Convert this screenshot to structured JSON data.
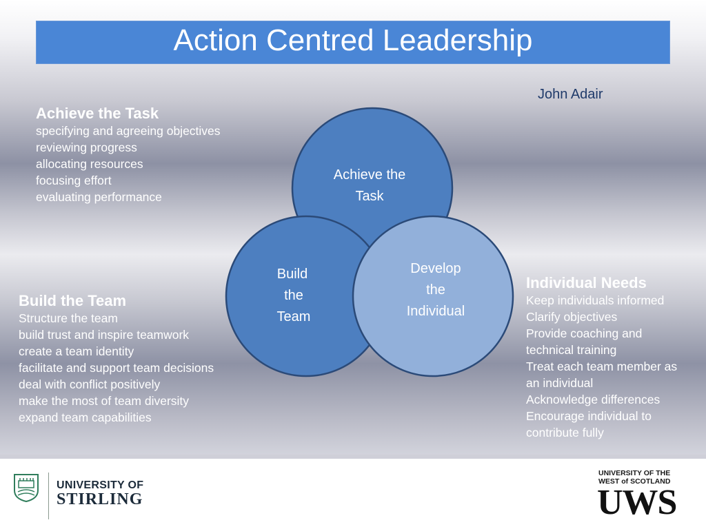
{
  "title": "Action Centred Leadership",
  "author": "John Adair",
  "circles": [
    {
      "lines": [
        "Achieve  the",
        "Task"
      ],
      "color": "#4d7fc0"
    },
    {
      "lines": [
        "Build",
        "the",
        "Team"
      ],
      "color": "#4d7fc0"
    },
    {
      "lines": [
        "Develop",
        "the",
        "Individual"
      ],
      "color": "#92b0da"
    }
  ],
  "circle_outline": "#2b4a78",
  "blocks": {
    "task": {
      "heading": "Achieve the Task",
      "items": [
        "specifying and agreeing objectives",
        "reviewing progress",
        "allocating resources",
        "focusing effort",
        "evaluating performance"
      ]
    },
    "team": {
      "heading": "Build the Team",
      "items": [
        "Structure the team",
        "build trust and inspire teamwork",
        "create a team identity",
        "facilitate and support team decisions",
        "deal with conflict positively",
        "make the most of team diversity",
        "expand team capabilities"
      ]
    },
    "individual": {
      "heading": "Individual Needs",
      "items": [
        "Keep individuals informed",
        "Clarify objectives",
        "Provide coaching and",
        "technical training",
        "Treat each team member as",
        "an individual",
        "Acknowledge differences",
        "Encourage individual to",
        "contribute fully"
      ]
    }
  },
  "footer": {
    "stirling_line1": "UNIVERSITY OF",
    "stirling_line2": "STIRLING",
    "uws_line1": "UNIVERSITY OF THE",
    "uws_line2": "WEST of SCOTLAND",
    "uws_mark": "UWS"
  }
}
